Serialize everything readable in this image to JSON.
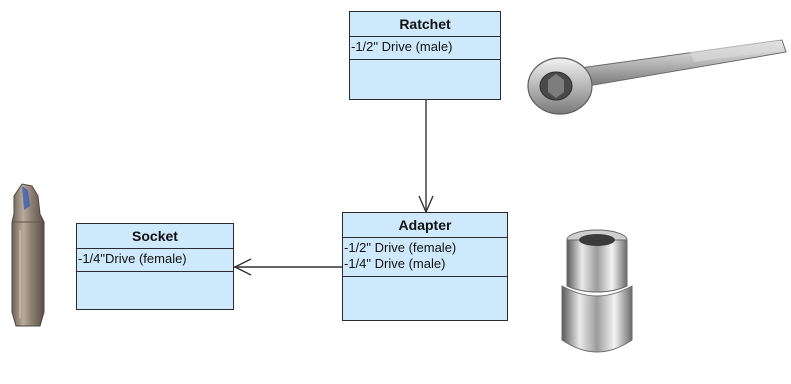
{
  "classes": {
    "ratchet": {
      "name": "Ratchet",
      "attributes": [
        "-1/2\" Drive (male)"
      ]
    },
    "adapter": {
      "name": "Adapter",
      "attributes": [
        "-1/2\" Drive (female)",
        "-1/4\" Drive (male)"
      ]
    },
    "socket": {
      "name": "Socket",
      "attributes": [
        "-1/4\"Drive (female)"
      ]
    }
  },
  "colors": {
    "class_fill": "#cde9fb",
    "border": "#2b2b2b",
    "arrow": "#333333"
  },
  "images": [
    "screwdriver-bit",
    "ratchet-wrench",
    "chrome-socket"
  ]
}
